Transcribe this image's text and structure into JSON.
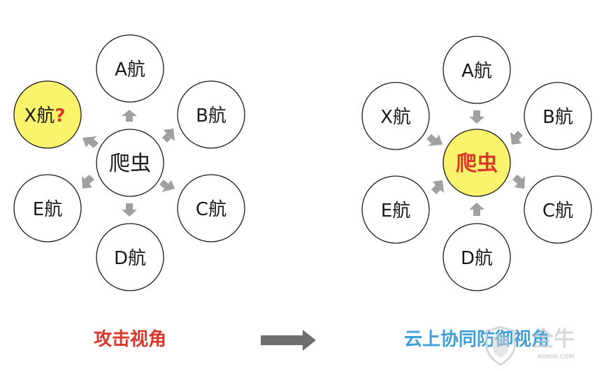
{
  "left_diagram": {
    "center": "爬虫",
    "nodes": [
      {
        "id": "A",
        "label": "A航"
      },
      {
        "id": "B",
        "label": "B航"
      },
      {
        "id": "C",
        "label": "C航"
      },
      {
        "id": "D",
        "label": "D航"
      },
      {
        "id": "E",
        "label": "E航"
      },
      {
        "id": "X",
        "label": "X航",
        "suffix": "?"
      }
    ],
    "caption": "攻击视角"
  },
  "right_diagram": {
    "center": "爬虫",
    "nodes": [
      {
        "id": "A",
        "label": "A航"
      },
      {
        "id": "B",
        "label": "B航"
      },
      {
        "id": "C",
        "label": "C航"
      },
      {
        "id": "D",
        "label": "D航"
      },
      {
        "id": "E",
        "label": "E航"
      },
      {
        "id": "X",
        "label": "X航"
      }
    ],
    "caption": "云上协同防御视角"
  },
  "watermark": {
    "text": "全牛",
    "sub": "AQNIU.COM"
  },
  "colors": {
    "highlight_fill": "#fbf36b",
    "arrow": "#a0a0a0",
    "transition_arrow": "#6e6e6e",
    "left_caption": "#d9382a",
    "right_caption": "#3f9fd8"
  }
}
